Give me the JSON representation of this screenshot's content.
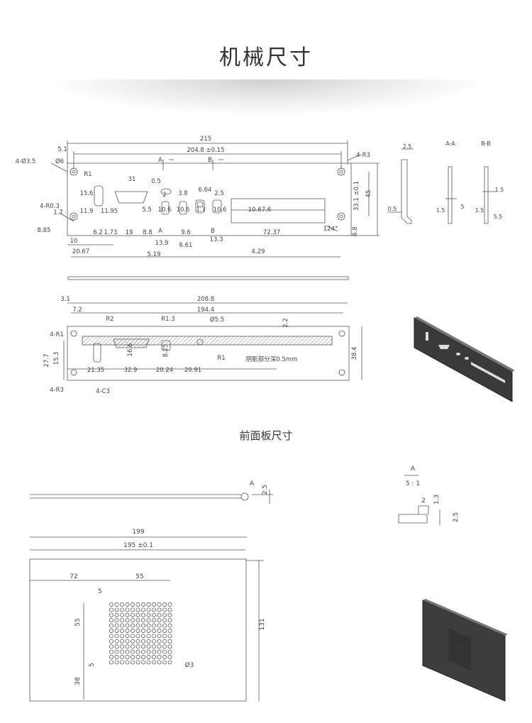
{
  "header": {
    "title": "机械尺寸"
  },
  "section2": {
    "title": "前面板尺寸"
  },
  "drawing1": {
    "dims": {
      "overall_length": "215",
      "inner_length": "204.8 ±0.15",
      "edge_offset": "5.1",
      "hole_callout": "4-Ø3.5",
      "hole_callout2": "Ø6",
      "corner_radius": "4-R3",
      "radius_r1": "R1",
      "corner_r03": "4-R0.3",
      "width_31": "31",
      "dim_156": "15.6",
      "dim_119": "11.9",
      "dim_1195": "11.95",
      "dim_05": "0.5",
      "dim_2": "2",
      "dim_55": "5.5",
      "dim_106a": "10.6",
      "dim_38": "3.8",
      "dim_664": "6.64",
      "dim_25": "2.5",
      "dim_106b": "10.6",
      "dim_13": "1.3",
      "dim_106c": "10.6",
      "dim_1067": "10.67.6",
      "dim_17": "1.7",
      "dim_885": "8.85",
      "dim_10": "10",
      "dim_2067": "20.67",
      "dim_62": "6.2",
      "dim_173": "1.73",
      "dim_19": "19",
      "dim_88": "8.8",
      "dim_139": "13.9",
      "dim_519": "5.19",
      "dim_96": "9.6",
      "dim_661": "6.61",
      "dim_133": "13.3",
      "dim_7237": "72.37",
      "dim_429": "4.29",
      "angle_124": "124°",
      "dim_331": "33.1 ±0.1",
      "dim_45": "45",
      "dim_68": "6.8",
      "sec_a": "A",
      "sec_b": "B"
    }
  },
  "sections": {
    "aa_label": "A-A",
    "bb_label": "B-B",
    "dim_25": "2.5",
    "dim_05": "0.5",
    "aa_15": "1.5",
    "aa_5": "5",
    "bb_15": "1.5",
    "bb_15b": "1.5",
    "bb_55": "5.5"
  },
  "drawing2": {
    "dims": {
      "dim_31": "3.1",
      "dim_2088": "208.8",
      "dim_72": "7.2",
      "dim_1944": "194.4",
      "r2": "R2",
      "r13": "R1.3",
      "d55": "Ø5.5",
      "dim_22": "2.2",
      "r1_left": "4-R1",
      "dim_166": "16.6",
      "dim_825": "8.25",
      "r1_mid": "R1",
      "note": "阴影部分深0.5mm",
      "dim_277": "27.7",
      "dim_153": "15.3",
      "dim_2135": "21.35",
      "dim_329": "32.9",
      "dim_2024": "20.24",
      "dim_2091": "20.91",
      "dim_384": "38.4",
      "r3": "4-R3",
      "c3": "4-C3"
    }
  },
  "drawing3": {
    "dims": {
      "detail_a": "A",
      "dim_25": "2.5",
      "dim_199": "199",
      "dim_195": "195 ±0.1",
      "dim_72": "72",
      "dim_55h": "55",
      "dim_5h": "5",
      "dim_55v": "55",
      "dim_5v": "5",
      "dim_38": "38",
      "dim_131": "131",
      "hole_d3": "Ø3"
    }
  },
  "detail": {
    "label_a": "A",
    "scale": "5 : 1",
    "dim_2": "2",
    "dim_13": "1.3",
    "dim_25": "2.5"
  },
  "colors": {
    "line": "#555555",
    "part": "#3a3a3a"
  }
}
